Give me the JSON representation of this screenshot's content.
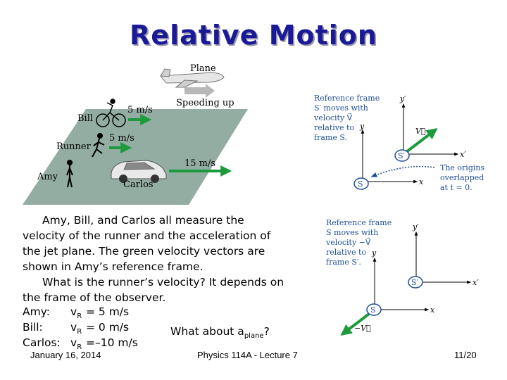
{
  "slide": {
    "title": "Relative Motion",
    "left_figure": {
      "plane_label": "Plane",
      "speeding_label": "Speeding up",
      "bill_label": "Bill",
      "bill_speed": "5 m/s",
      "runner_label": "Runner",
      "runner_speed": "5 m/s",
      "amy_label": "Amy",
      "carlos_label": "Carlos",
      "carlos_speed": "15 m/s"
    },
    "top_frame": {
      "caption_lines": [
        "Reference frame",
        "S′ moves with",
        "velocity V⃗",
        "relative to",
        "frame S."
      ],
      "origin_note_lines": [
        "The origins",
        "overlapped",
        "at t = 0."
      ],
      "s_label": "S",
      "sprime_label": "S′",
      "x_label": "x",
      "y_label": "y",
      "xprime_label": "x′",
      "yprime_label": "y′",
      "vector_label": "V⃗"
    },
    "bottom_frame": {
      "caption_lines": [
        "Reference frame",
        "S moves with",
        "velocity −V⃗",
        "relative to",
        "frame S′."
      ],
      "s_label": "S",
      "sprime_label": "S′",
      "x_label": "x",
      "y_label": "y",
      "xprime_label": "x′",
      "yprime_label": "y′",
      "vector_label": "−V⃗"
    },
    "paragraph1": "Amy, Bill, and Carlos all measure the velocity of the runner and the acceleration of the jet plane.  The green velocity vectors are shown in Amy’s reference frame.",
    "paragraph2": "What is the runner’s velocity?  It depends on the frame of the observer.",
    "velocities": [
      {
        "observer": "Amy:",
        "v": "v",
        "sub": "R",
        "value": "=  5 m/s"
      },
      {
        "observer": "Bill:",
        "v": "v",
        "sub": "R",
        "value": "=  0 m/s"
      },
      {
        "observer": "Carlos:",
        "v": "v",
        "sub": "R",
        "value": "=–10 m/s"
      }
    ],
    "question": {
      "text": "What about a",
      "sub": "plane",
      "end": "?"
    },
    "footer": {
      "date": "January 16, 2014",
      "course": "Physics 114A  -  Lecture 7",
      "page": "11/20"
    },
    "colors": {
      "title": "#1a1a99",
      "arrow_green": "#1c9a3c",
      "frame_blue": "#1e4f9a",
      "floor": "#93ada2"
    }
  }
}
